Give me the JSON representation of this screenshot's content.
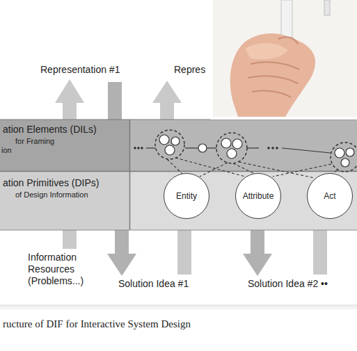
{
  "diagram": {
    "caption": "ructure of DIF for Interactive System Design",
    "nodes": [
      {
        "text": [
          "ation Elements (DILs)",
          "for Framing ion"
        ]
      },
      {
        "text": [
          "ation Primitives (DIPs)",
          "of Design Information"
        ]
      },
      {
        "text": [
          "Entity"
        ],
        "in": 1
      },
      {
        "text": [
          "Attribute"
        ],
        "in": 1
      },
      {
        "text": [
          "Act"
        ],
        "in": 1
      }
    ],
    "labels": [
      "Representation #1",
      "Repres",
      "Information Resources (Problems...)",
      "Solution Idea #1",
      "Solution Idea #2 ••"
    ]
  }
}
